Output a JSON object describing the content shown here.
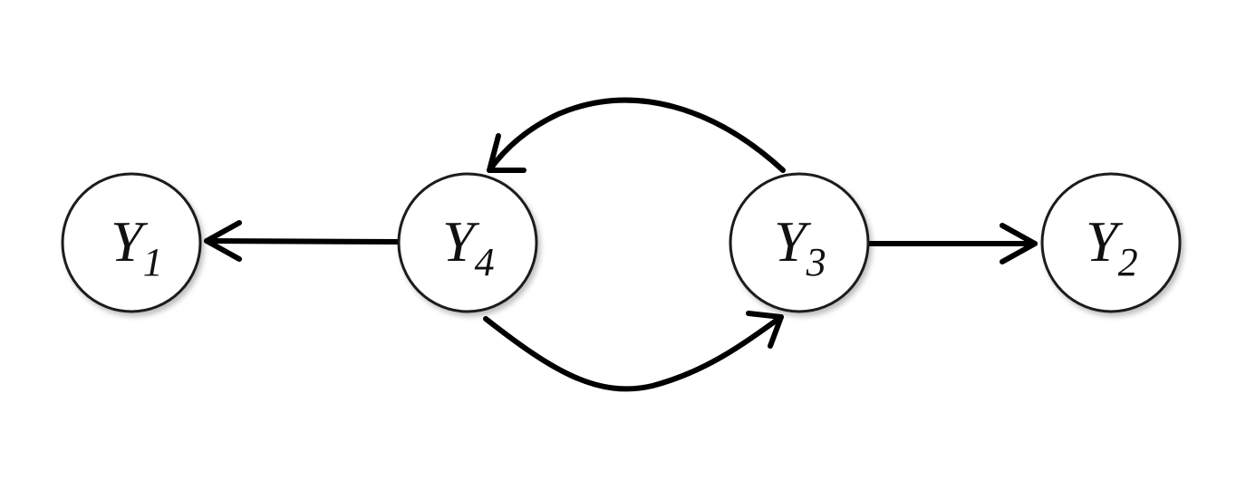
{
  "nodes": [
    {
      "id": "Y1",
      "var": "Y",
      "sub": "1"
    },
    {
      "id": "Y4",
      "var": "Y",
      "sub": "4"
    },
    {
      "id": "Y3",
      "var": "Y",
      "sub": "3"
    },
    {
      "id": "Y2",
      "var": "Y",
      "sub": "2"
    }
  ],
  "edges": [
    {
      "from": "Y4",
      "to": "Y1"
    },
    {
      "from": "Y3",
      "to": "Y4"
    },
    {
      "from": "Y4",
      "to": "Y3"
    },
    {
      "from": "Y3",
      "to": "Y2"
    }
  ],
  "colors": {
    "stroke": "#000000",
    "node_fill": "#ffffff"
  }
}
